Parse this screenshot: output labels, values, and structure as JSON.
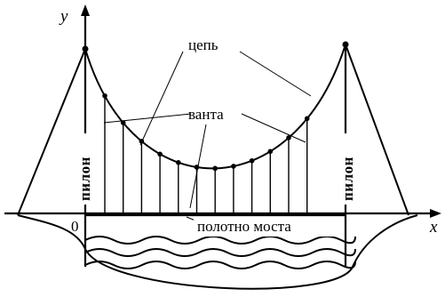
{
  "labels": {
    "chain": "цепь",
    "cable": "ванта",
    "pylon": "пилон",
    "deck": "полотно моста",
    "x_axis": "x",
    "y_axis": "y",
    "origin": "0"
  },
  "colors": {
    "ink": "#000000",
    "background": "#ffffff"
  }
}
